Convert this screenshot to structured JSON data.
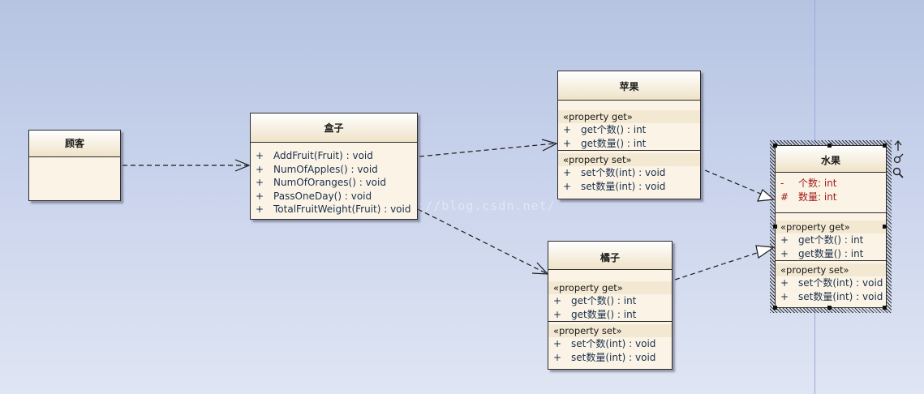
{
  "diagram": {
    "classes": {
      "customer": {
        "title": "顾客"
      },
      "box": {
        "title": "盒子",
        "operations": [
          {
            "vis": "+",
            "text": "AddFruit(Fruit) : void"
          },
          {
            "vis": "+",
            "text": "NumOfApples() : void"
          },
          {
            "vis": "+",
            "text": "NumOfOranges() : void"
          },
          {
            "vis": "+",
            "text": "PassOneDay() : void"
          },
          {
            "vis": "+",
            "text": "TotalFruitWeight(Fruit) : void"
          }
        ]
      },
      "apple": {
        "title": "苹果",
        "get_stereotype": "«property get»",
        "gets": [
          {
            "vis": "+",
            "text": "get个数() : int"
          },
          {
            "vis": "+",
            "text": "get数量() : int"
          }
        ],
        "set_stereotype": "«property set»",
        "sets": [
          {
            "vis": "+",
            "text": "set个数(int) : void"
          },
          {
            "vis": "+",
            "text": "set数量(int) : void"
          }
        ]
      },
      "orange": {
        "title": "橘子",
        "get_stereotype": "«property get»",
        "gets": [
          {
            "vis": "+",
            "text": "get个数() : int"
          },
          {
            "vis": "+",
            "text": "get数量() : int"
          }
        ],
        "set_stereotype": "«property set»",
        "sets": [
          {
            "vis": "+",
            "text": "set个数(int) : void"
          },
          {
            "vis": "+",
            "text": "set数量(int) : void"
          }
        ]
      },
      "fruit": {
        "title": "水果",
        "attributes": [
          {
            "vis": "-",
            "text": "个数:  int"
          },
          {
            "vis": "#",
            "text": "数量:  int"
          }
        ],
        "get_stereotype": "«property get»",
        "gets": [
          {
            "vis": "+",
            "text": "get个数() : int"
          },
          {
            "vis": "+",
            "text": "get数量() : int"
          }
        ],
        "set_stereotype": "«property set»",
        "sets": [
          {
            "vis": "+",
            "text": "set个数(int) : void"
          },
          {
            "vis": "+",
            "text": "set数量(int) : void"
          }
        ]
      }
    },
    "watermark": "http://blog.csdn.net/",
    "colors": {
      "class_fill": "#fbf4e6",
      "attribute_text": "#a11a1a",
      "operation_text": "#1a2f4a"
    },
    "toolbar_icons": [
      "arrow-up-icon",
      "link-icon",
      "search-icon"
    ]
  }
}
